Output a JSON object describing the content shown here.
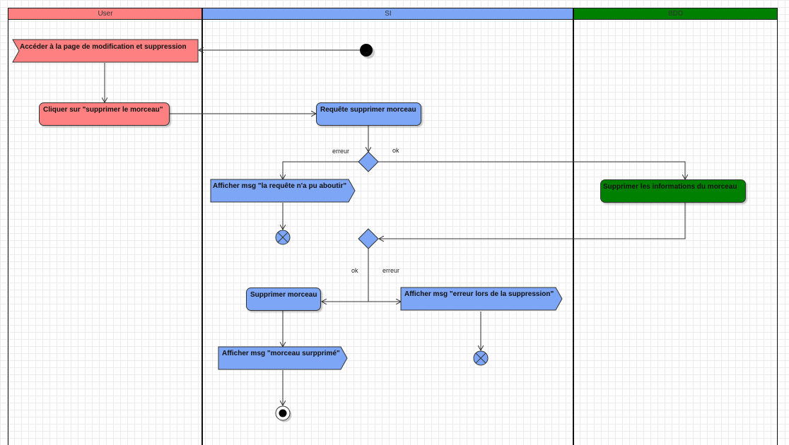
{
  "lanes": {
    "user": {
      "title": "User",
      "color": "#ff8080"
    },
    "si": {
      "title": "SI",
      "color": "#7ea6f6"
    },
    "bdd": {
      "title": "BDD",
      "color": "#008000"
    }
  },
  "nodes": {
    "acceder": "Accéder à la page de modification et suppression",
    "cliquer": "Cliquer sur \"supprimer le morceau\"",
    "requete": "Requête supprimer morceau",
    "afficher_erreur_requete": "Afficher msg \"la requête n'a pu aboutir\"",
    "supprimer_infos": "Supprimer les informations du morceau",
    "supprimer_morceau": "Supprimer morceau",
    "afficher_erreur_suppression": "Afficher msg \"erreur lors de la suppression\"",
    "afficher_supprime": "Afficher msg \"morceau surpprimé\""
  },
  "edge_labels": {
    "erreur_1": "erreur",
    "ok_1": "ok",
    "ok_2": "ok",
    "erreur_2": "erreur"
  }
}
